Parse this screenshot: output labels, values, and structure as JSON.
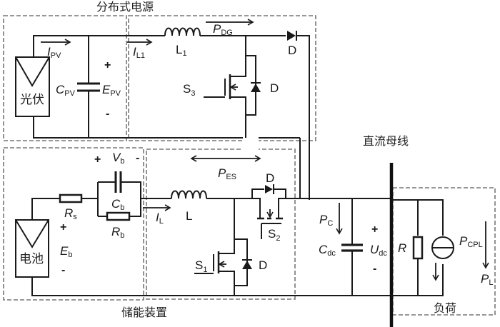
{
  "sections": {
    "distributed_source": "分布式电源",
    "energy_storage": "储能装置",
    "dc_bus": "直流母线",
    "load": "负荷"
  },
  "components": {
    "pv_panel": "光伏",
    "battery": "电池"
  },
  "labels": {
    "I_PV": {
      "main": "I",
      "sub": "PV"
    },
    "I_L1": {
      "main": "I",
      "sub": "L1"
    },
    "C_PV": {
      "main": "C",
      "sub": "PV"
    },
    "E_PV": {
      "main": "E",
      "sub": "PV"
    },
    "L1": {
      "main": "L",
      "sub": "1"
    },
    "P_DG": {
      "main": "P",
      "sub": "DG"
    },
    "D_top": "D",
    "D_S3": "D",
    "S3": {
      "main": "S",
      "sub": "3"
    },
    "V_b": {
      "main": "V",
      "sub": "b"
    },
    "C_b": {
      "main": "C",
      "sub": "b"
    },
    "R_s": {
      "main": "R",
      "sub": "s"
    },
    "R_b": {
      "main": "R",
      "sub": "b"
    },
    "E_b": {
      "main": "E",
      "sub": "b"
    },
    "I_L": {
      "main": "I",
      "sub": "L"
    },
    "L": "L",
    "P_ES": {
      "main": "P",
      "sub": "ES"
    },
    "D_S2": "D",
    "S2": {
      "main": "S",
      "sub": "2"
    },
    "S1": {
      "main": "S",
      "sub": "1"
    },
    "D_S1": "D",
    "P_C": {
      "main": "P",
      "sub": "C"
    },
    "C_dc": {
      "main": "C",
      "sub": "dc"
    },
    "U_dc": {
      "main": "U",
      "sub": "dc"
    },
    "R": "R",
    "P_CPL": {
      "main": "P",
      "sub": "CPL"
    },
    "P_L": {
      "main": "P",
      "sub": "L"
    }
  },
  "signs": {
    "plus": "+",
    "minus": "-"
  }
}
